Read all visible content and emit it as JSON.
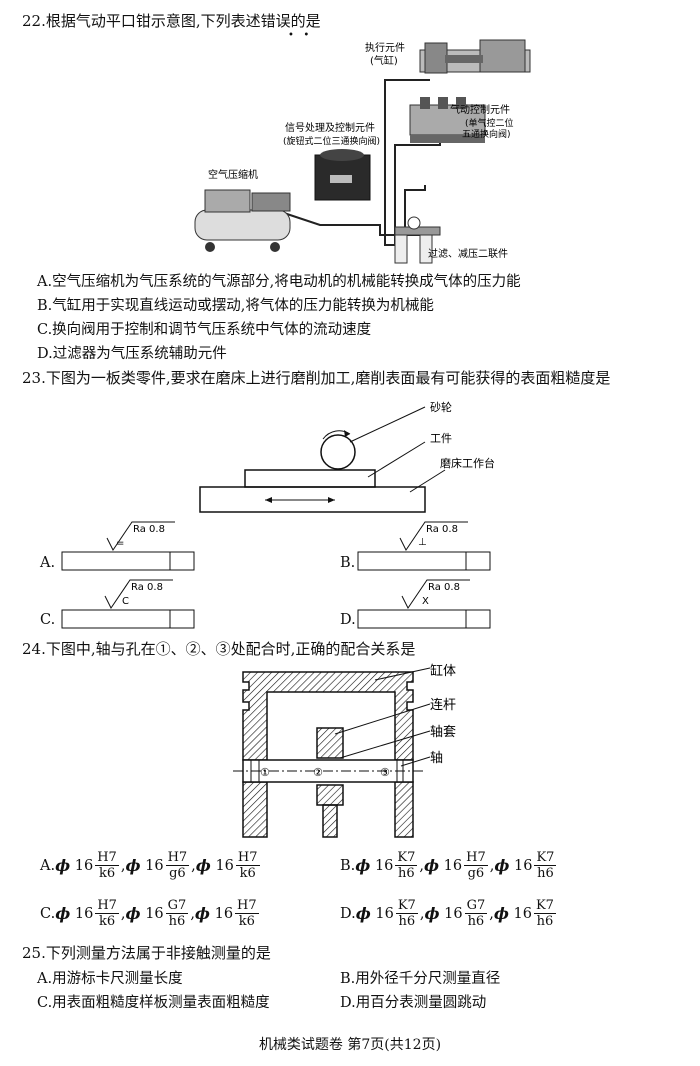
{
  "q22": {
    "stem": "22.根据气动平口钳示意图,下列表述错误的是",
    "labels": {
      "actuator": "执行元件",
      "actuator_sub": "(气缸)",
      "control_valve": "气动控制元件",
      "control_valve_sub1": "(单气控二位",
      "control_valve_sub2": "五通换向阀)",
      "signal": "信号处理及控制元件",
      "signal_sub": "(旋钮式二位三通换向阀)",
      "compressor": "空气压缩机",
      "filter": "过滤、减压二联件"
    },
    "options": [
      "A.空气压缩机为气压系统的气源部分,将电动机的机械能转换成气体的压力能",
      "B.气缸用于实现直线运动或摆动,将气体的压力能转换为机械能",
      "C.换向阀用于控制和调节气压系统中气体的流动速度",
      "D.过滤器为气压系统辅助元件"
    ]
  },
  "q23": {
    "stem": "23.下图为一板类零件,要求在磨床上进行磨削加工,磨削表面最有可能获得的表面粗糙度是",
    "labels": {
      "wheel": "砂轮",
      "workpiece": "工件",
      "table": "磨床工作台"
    },
    "ra": "Ra 0.8",
    "options": [
      {
        "letter": "A.",
        "symbol": "="
      },
      {
        "letter": "B.",
        "symbol": "⊥"
      },
      {
        "letter": "C.",
        "symbol": "C"
      },
      {
        "letter": "D.",
        "symbol": "X"
      }
    ]
  },
  "q24": {
    "stem": "24.下图中,轴与孔在①、②、③处配合时,正确的配合关系是",
    "labels": {
      "cylinder": "缸体",
      "rod": "连杆",
      "sleeve": "轴套",
      "shaft": "轴"
    },
    "marks": [
      "①",
      "②",
      "③"
    ],
    "phi": "ϕ",
    "dim": "16",
    "options": [
      {
        "letter": "A.",
        "fits": [
          [
            "H7",
            "k6"
          ],
          [
            "H7",
            "g6"
          ],
          [
            "H7",
            "k6"
          ]
        ]
      },
      {
        "letter": "B.",
        "fits": [
          [
            "K7",
            "h6"
          ],
          [
            "H7",
            "g6"
          ],
          [
            "K7",
            "h6"
          ]
        ]
      },
      {
        "letter": "C.",
        "fits": [
          [
            "H7",
            "k6"
          ],
          [
            "G7",
            "h6"
          ],
          [
            "H7",
            "k6"
          ]
        ]
      },
      {
        "letter": "D.",
        "fits": [
          [
            "K7",
            "h6"
          ],
          [
            "G7",
            "h6"
          ],
          [
            "K7",
            "h6"
          ]
        ]
      }
    ]
  },
  "q25": {
    "stem": "25.下列测量方法属于非接触测量的是",
    "options": [
      "A.用游标卡尺测量长度",
      "B.用外径千分尺测量直径",
      "C.用表面粗糙度样板测量表面粗糙度",
      "D.用百分表测量圆跳动"
    ]
  },
  "footer": "机械类试题卷  第7页(共12页)"
}
